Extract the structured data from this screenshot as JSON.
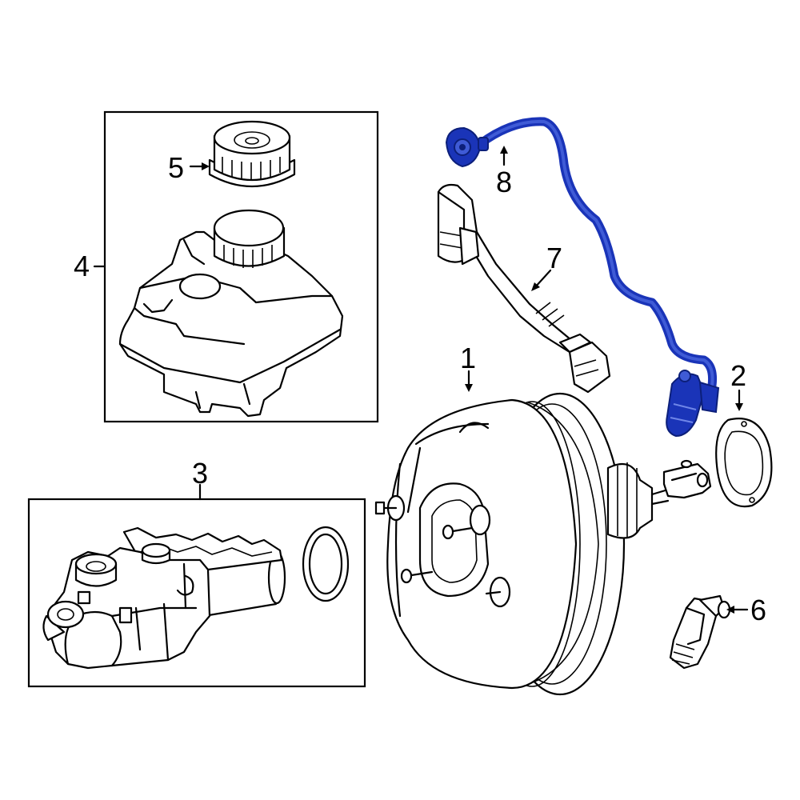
{
  "callouts": {
    "c1": "1",
    "c2": "2",
    "c3": "3",
    "c4": "4",
    "c5": "5",
    "c6": "6",
    "c7": "7",
    "c8": "8"
  },
  "colors": {
    "highlight": "#1a34b8",
    "line": "#000000",
    "background": "#ffffff"
  }
}
